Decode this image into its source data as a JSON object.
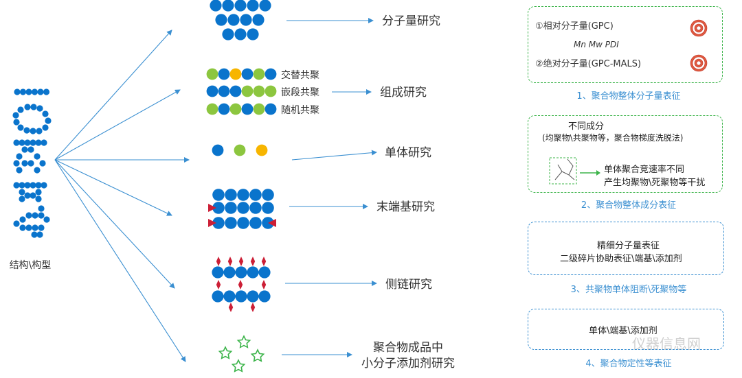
{
  "left_label": "结构\\构型",
  "rows": [
    {
      "label": "分子量研究"
    },
    {
      "label": "组成研究",
      "sublabels": [
        "交替共聚",
        "嵌段共聚",
        "随机共聚"
      ]
    },
    {
      "label": "单体研究"
    },
    {
      "label": "末端基研究"
    },
    {
      "label": "侧链研究"
    },
    {
      "label": "聚合物成品中",
      "label2": "小分子添加剂研究"
    }
  ],
  "panels": {
    "p1": {
      "line1": "①相对分子量(GPC)",
      "line2": "Mn Mw PDI",
      "line3": "②绝对分子量(GPC-MALS)",
      "caption": "1、聚合物整体分子量表征"
    },
    "p2": {
      "line1": "不同成分",
      "line2": "(均聚物\\共聚物等，聚合物梯度洗脱法)",
      "line3": "单体聚合竞速率不同",
      "line4": "产生均聚物\\死聚物等干扰",
      "caption": "2、聚合物整体成分表征"
    },
    "p3": {
      "line1": "精细分子量表征",
      "line2": "二级碎片协助表征\\端基\\添加剂",
      "caption": "3、共聚物单体阻断\\死聚物等"
    },
    "p4": {
      "line1": "单体\\端基\\添加剂",
      "caption": "4、聚合物定性等表征"
    }
  },
  "watermark": "仪器信息网",
  "colors": {
    "blue": "#0a74cc",
    "green": "#8cc63f",
    "yellow": "#f7b500",
    "red": "#cc1f36",
    "arrow": "#3a8fd1",
    "star": "#3cb44a"
  }
}
